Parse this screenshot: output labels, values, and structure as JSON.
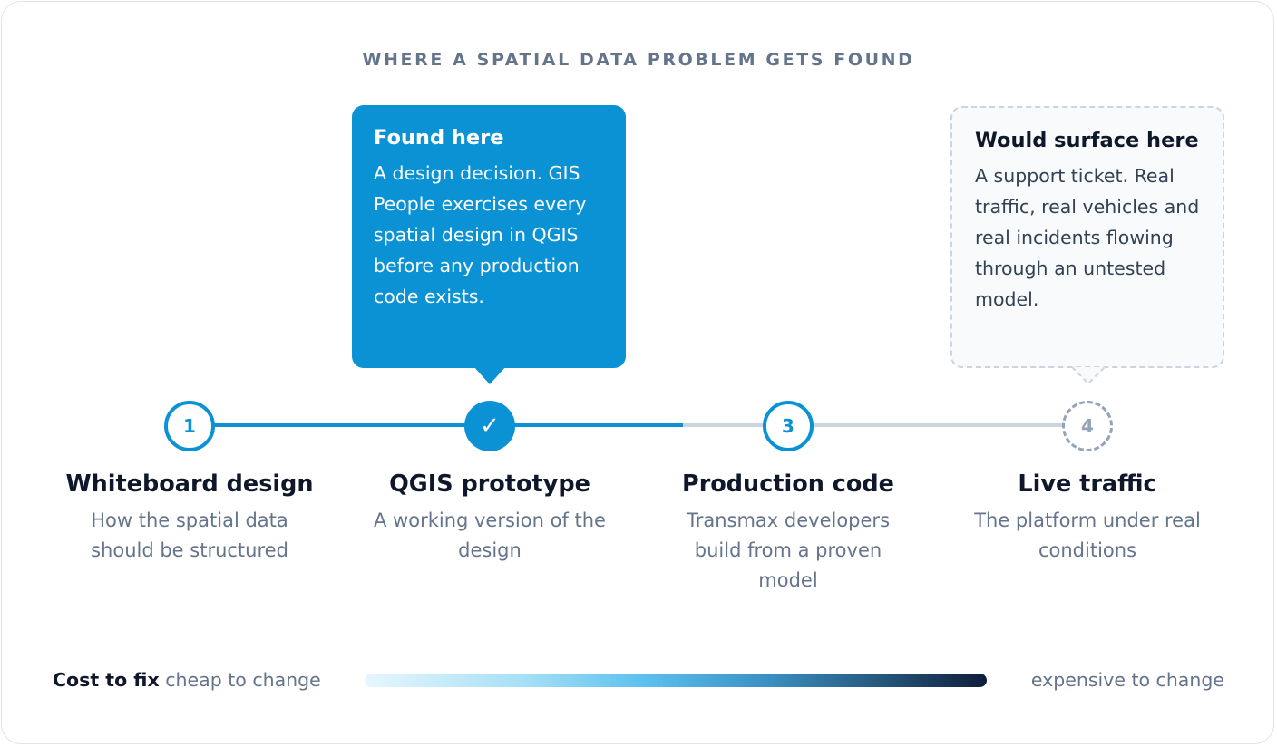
{
  "heading": "WHERE A SPATIAL DATA PROBLEM GETS FOUND",
  "callouts": {
    "found": {
      "title": "Found here",
      "body": "A design decision. GIS People exercises every spatial design in QGIS before any production code exists."
    },
    "would": {
      "title": "Would surface here",
      "body": "A support ticket. Real traffic, real vehicles and real incidents flowing through an untested model."
    }
  },
  "stages": [
    {
      "marker": "1",
      "title": "Whiteboard design",
      "desc": "How the spatial data should be structured"
    },
    {
      "marker": "✓",
      "title": "QGIS prototype",
      "desc": "A working version of the design"
    },
    {
      "marker": "3",
      "title": "Production code",
      "desc": "Transmax developers build from a proven model"
    },
    {
      "marker": "4",
      "title": "Live traffic",
      "desc": "The platform under real conditions"
    }
  ],
  "cost": {
    "label": "Cost to fix",
    "low": "cheap to change",
    "high": "expensive to change"
  },
  "colors": {
    "accent": "#0a92d4",
    "muted": "#cbd5e1",
    "dark": "#0f1d3a"
  }
}
